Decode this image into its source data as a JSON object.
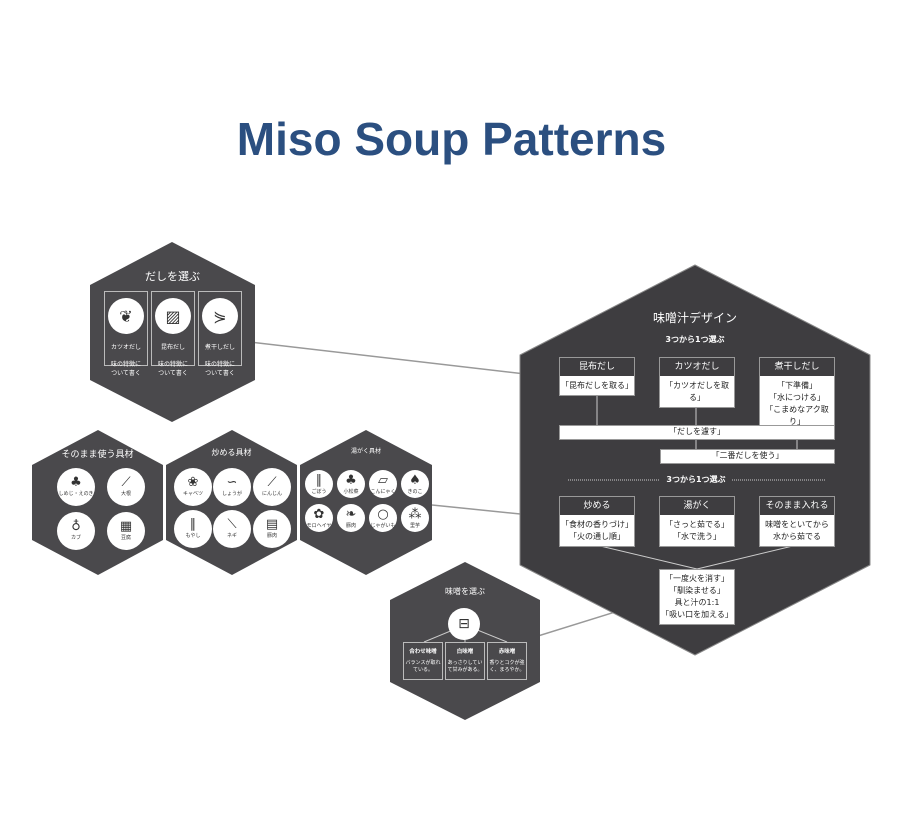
{
  "title": "Miso Soup Patterns",
  "colors": {
    "title": "#2b4f80",
    "hexagon": "#4a494c",
    "big_hexagon": "#3e3d40"
  },
  "dashi_hex": {
    "title": "だしを選ぶ",
    "cards": [
      {
        "name": "カツオだし",
        "desc": "味の特徴について書く",
        "icon": "katsuobushi-icon"
      },
      {
        "name": "昆布だし",
        "desc": "味の特徴について書く",
        "icon": "kombu-icon"
      },
      {
        "name": "煮干しだし",
        "desc": "味の特徴について書く",
        "icon": "niboshi-icon"
      }
    ]
  },
  "raw_hex": {
    "title": "そのまま使う具材",
    "items": [
      "しめじ・えのき",
      "大根",
      "カブ",
      "豆腐"
    ]
  },
  "fry_hex": {
    "title": "炒める具材",
    "items": [
      "キャベツ",
      "しょうが",
      "にんじん",
      "もやし",
      "ネギ",
      "豚肉"
    ]
  },
  "boil_hex": {
    "title": "湯がく具材",
    "items": [
      "ごぼう",
      "小松菜",
      "こんにゃく",
      "きのこ",
      "モロヘイヤ",
      "豚肉",
      "じゃがいも",
      "里芋"
    ]
  },
  "miso_hex": {
    "title": "味噌を選ぶ",
    "icon": "miso-container-icon",
    "cards": [
      {
        "name": "合わせ味噌",
        "desc": "バランスが取れている。"
      },
      {
        "name": "白味噌",
        "desc": "あっさりしていて甘みがある。"
      },
      {
        "name": "赤味噌",
        "desc": "香りとコクが強く、まろやか。"
      }
    ]
  },
  "design": {
    "title": "味噌汁デザイン",
    "subtitle1": "3つから1つ選ぶ",
    "dashi": [
      {
        "head": "昆布だし",
        "lines": [
          "「昆布だしを取る」"
        ]
      },
      {
        "head": "カツオだし",
        "lines": [
          "「カツオだしを取る」"
        ]
      },
      {
        "head": "煮干しだし",
        "lines": [
          "「下準備」",
          "「水につける」",
          "「こまめなアク取り」"
        ]
      }
    ],
    "strain": "「だしを濾す」",
    "second": "「二番だしを使う」",
    "subtitle2": "3つから1つ選ぶ",
    "methods": [
      {
        "head": "炒める",
        "lines": [
          "「食材の香りづけ」",
          "「火の通し順」"
        ]
      },
      {
        "head": "湯がく",
        "lines": [
          "「さっと茹でる」",
          "「水で洗う」"
        ]
      },
      {
        "head": "そのまま入れる",
        "lines": [
          "味噌をといてから",
          "水から茹でる"
        ]
      }
    ],
    "final": [
      "「一度火を消す」",
      "「馴染ませる」",
      "具と汁の1:1",
      "「吸い口を加える」"
    ]
  }
}
